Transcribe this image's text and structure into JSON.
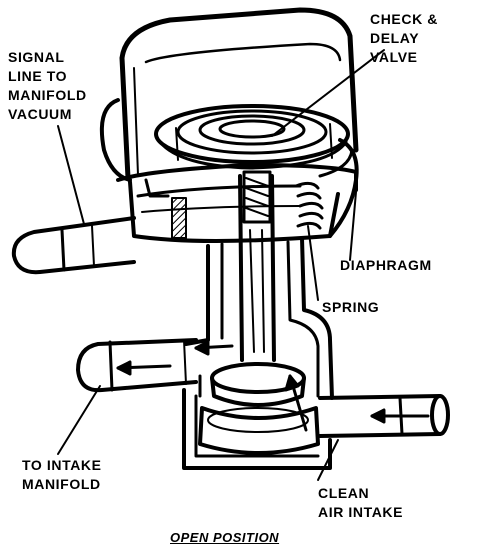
{
  "labels": {
    "check_delay_valve": [
      "CHECK &",
      "DELAY",
      "VALVE"
    ],
    "signal_line": [
      "SIGNAL",
      "LINE TO",
      "MANIFOLD",
      "VACUUM"
    ],
    "diaphragm": "DIAPHRAGM",
    "spring": "SPRING",
    "to_intake_manifold": [
      "TO INTAKE",
      "MANIFOLD"
    ],
    "clean_air_intake": [
      "CLEAN",
      "AIR INTAKE"
    ]
  },
  "caption": "OPEN POSITION"
}
